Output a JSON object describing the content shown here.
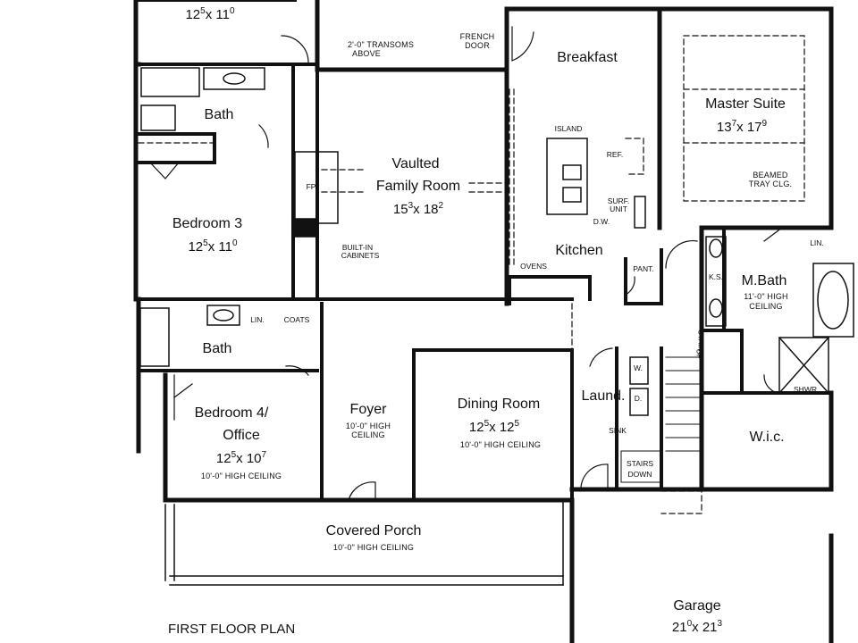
{
  "plan_title": "FIRST FLOOR PLAN",
  "rooms": {
    "top_left": {
      "dim_a": "12",
      "sup_a": "5",
      "dim_b": "x 11",
      "sup_b": "0"
    },
    "top_bath": {
      "name": "Bath"
    },
    "bedroom3": {
      "name": "Bedroom 3",
      "dim_a": "12",
      "sup_a": "5",
      "dim_b": "x 11",
      "sup_b": "0"
    },
    "family": {
      "name1": "Vaulted",
      "name2": "Family Room",
      "dim_a": "15",
      "sup_a": "3",
      "dim_b": "x 18",
      "sup_b": "2"
    },
    "breakfast": {
      "name": "Breakfast"
    },
    "kitchen": {
      "name": "Kitchen"
    },
    "master": {
      "name": "Master Suite",
      "dim_a": "13",
      "sup_a": "7",
      "dim_b": "x 17",
      "sup_b": "9",
      "note1": "BEAMED",
      "note2": "TRAY CLG."
    },
    "mbath": {
      "name": "M.Bath",
      "note1": "11'-0\" HIGH",
      "note2": "CEILING"
    },
    "bath2": {
      "name": "Bath"
    },
    "bedroom4": {
      "name1": "Bedroom 4/",
      "name2": "Office",
      "dim_a": "12",
      "sup_a": "5",
      "dim_b": "x 10",
      "sup_b": "7",
      "note": "10'-0\" HIGH CEILING"
    },
    "foyer": {
      "name": "Foyer",
      "note1": "10'-0\" HIGH",
      "note2": "CEILING"
    },
    "dining": {
      "name": "Dining Room",
      "dim_a": "12",
      "sup_a": "5",
      "dim_b": "x 12",
      "sup_b": "5",
      "note": "10'-0\" HIGH CEILING"
    },
    "laund": {
      "name": "Laund."
    },
    "wic": {
      "name": "W.i.c."
    },
    "porch": {
      "name": "Covered Porch",
      "note": "10'-0\" HIGH CEILING"
    },
    "garage": {
      "name": "Garage",
      "dim_a": "21",
      "sup_a": "0",
      "dim_b": "x 21",
      "sup_b": "3"
    }
  },
  "labels": {
    "transoms1": "2'-0\" TRANSOMS",
    "transoms2": "ABOVE",
    "french1": "FRENCH",
    "french2": "DOOR",
    "island": "ISLAND",
    "ref": "REF.",
    "surf1": "SURF.",
    "surf2": "UNIT",
    "dw": "D.W.",
    "ovens": "OVENS",
    "pant": "PANT.",
    "fp": "FP",
    "builtin1": "BUILT-IN",
    "builtin2": "CABINETS",
    "lin": "LIN.",
    "coats": "COATS",
    "lin2": "LIN.",
    "ks": "K.S.",
    "shwr": "SHWR",
    "w": "W.",
    "d": "D.",
    "sink": "SINK",
    "stairs_up1": "STAIRS",
    "stairs_up2": "UP",
    "stairs_down1": "STAIRS",
    "stairs_down2": "DOWN"
  }
}
